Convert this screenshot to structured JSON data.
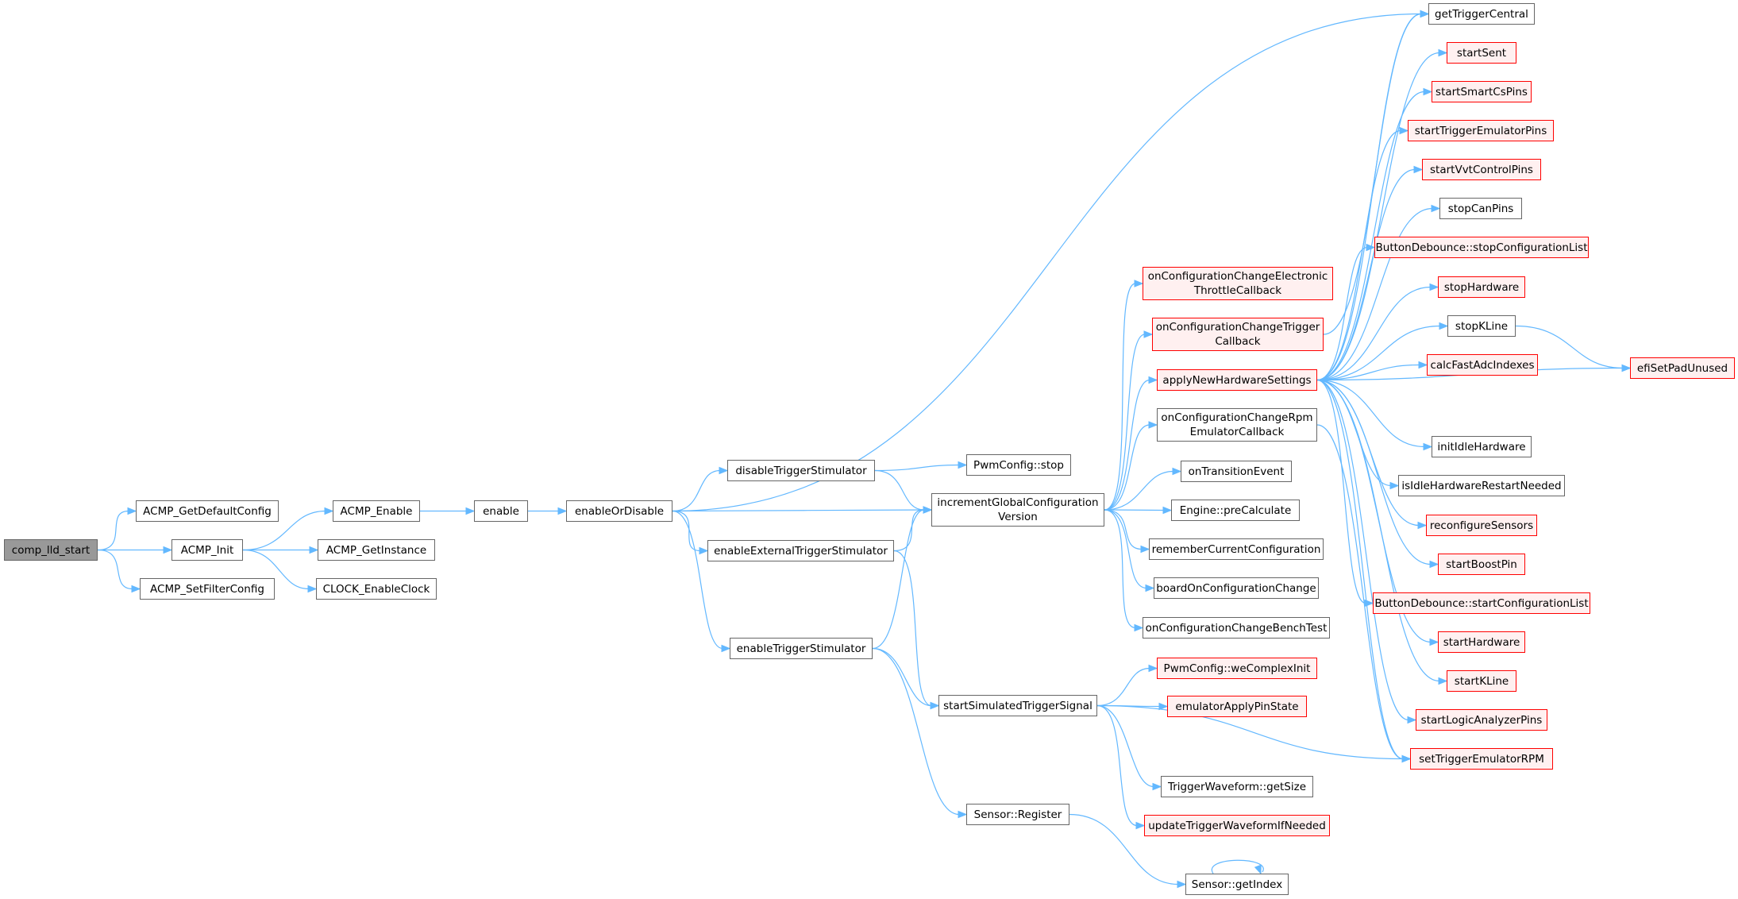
{
  "diagram": {
    "colors": {
      "edge": "#63b8ff",
      "node_border": "#666666",
      "node_border_red": "#ff0000",
      "node_fill_red": "#fff0f0",
      "root_fill": "#999999"
    },
    "nodes": [
      {
        "id": "comp_lld_start",
        "label": "comp_lld_start",
        "style": "root"
      },
      {
        "id": "ACMP_GetDefaultConfig",
        "label": "ACMP_GetDefaultConfig",
        "style": "normal"
      },
      {
        "id": "ACMP_Init",
        "label": "ACMP_Init",
        "style": "normal"
      },
      {
        "id": "ACMP_SetFilterConfig",
        "label": "ACMP_SetFilterConfig",
        "style": "normal"
      },
      {
        "id": "ACMP_Enable",
        "label": "ACMP_Enable",
        "style": "normal"
      },
      {
        "id": "ACMP_GetInstance",
        "label": "ACMP_GetInstance",
        "style": "normal"
      },
      {
        "id": "CLOCK_EnableClock",
        "label": "CLOCK_EnableClock",
        "style": "normal"
      },
      {
        "id": "enable",
        "label": "enable",
        "style": "normal"
      },
      {
        "id": "enableOrDisable",
        "label": "enableOrDisable",
        "style": "normal"
      },
      {
        "id": "disableTriggerStimulator",
        "label": "disableTriggerStimulator",
        "style": "normal"
      },
      {
        "id": "enableExternalTriggerStimulator",
        "label": "enableExternalTriggerStimulator",
        "style": "normal"
      },
      {
        "id": "enableTriggerStimulator",
        "label": "enableTriggerStimulator",
        "style": "normal"
      },
      {
        "id": "PwmConfig_stop",
        "label": "PwmConfig::stop",
        "style": "normal"
      },
      {
        "id": "incrementGlobalConfigurationVersion",
        "label": "incrementGlobalConfiguration\nVersion",
        "style": "normal"
      },
      {
        "id": "startSimulatedTriggerSignal",
        "label": "startSimulatedTriggerSignal",
        "style": "normal"
      },
      {
        "id": "Sensor_Register",
        "label": "Sensor::Register",
        "style": "normal"
      },
      {
        "id": "Sensor_getIndex",
        "label": "Sensor::getIndex",
        "style": "normal"
      },
      {
        "id": "onConfigurationChangeElectronicThrottleCallback",
        "label": "onConfigurationChangeElectronic\nThrottleCallback",
        "style": "red"
      },
      {
        "id": "onConfigurationChangeTriggerCallback",
        "label": "onConfigurationChangeTrigger\nCallback",
        "style": "red"
      },
      {
        "id": "applyNewHardwareSettings",
        "label": "applyNewHardwareSettings",
        "style": "red"
      },
      {
        "id": "onConfigurationChangeRpmEmulatorCallback",
        "label": "onConfigurationChangeRpm\nEmulatorCallback",
        "style": "normal"
      },
      {
        "id": "onTransitionEvent",
        "label": "onTransitionEvent",
        "style": "normal"
      },
      {
        "id": "Engine_preCalculate",
        "label": "Engine::preCalculate",
        "style": "normal"
      },
      {
        "id": "rememberCurrentConfiguration",
        "label": "rememberCurrentConfiguration",
        "style": "normal"
      },
      {
        "id": "boardOnConfigurationChange",
        "label": "boardOnConfigurationChange",
        "style": "normal"
      },
      {
        "id": "onConfigurationChangeBenchTest",
        "label": "onConfigurationChangeBenchTest",
        "style": "normal"
      },
      {
        "id": "PwmConfig_weComplexInit",
        "label": "PwmConfig::weComplexInit",
        "style": "red"
      },
      {
        "id": "emulatorApplyPinState",
        "label": "emulatorApplyPinState",
        "style": "red"
      },
      {
        "id": "TriggerWaveform_getSize",
        "label": "TriggerWaveform::getSize",
        "style": "normal"
      },
      {
        "id": "updateTriggerWaveformIfNeeded",
        "label": "updateTriggerWaveformIfNeeded",
        "style": "red"
      },
      {
        "id": "getTriggerCentral",
        "label": "getTriggerCentral",
        "style": "normal"
      },
      {
        "id": "startSent",
        "label": "startSent",
        "style": "red"
      },
      {
        "id": "startSmartCsPins",
        "label": "startSmartCsPins",
        "style": "red"
      },
      {
        "id": "startTriggerEmulatorPins",
        "label": "startTriggerEmulatorPins",
        "style": "red"
      },
      {
        "id": "startVvtControlPins",
        "label": "startVvtControlPins",
        "style": "red"
      },
      {
        "id": "stopCanPins",
        "label": "stopCanPins",
        "style": "normal"
      },
      {
        "id": "ButtonDebounce_stopConfigurationList",
        "label": "ButtonDebounce::stopConfigurationList",
        "style": "red"
      },
      {
        "id": "stopHardware",
        "label": "stopHardware",
        "style": "red"
      },
      {
        "id": "stopKLine",
        "label": "stopKLine",
        "style": "normal"
      },
      {
        "id": "calcFastAdcIndexes",
        "label": "calcFastAdcIndexes",
        "style": "red"
      },
      {
        "id": "efiSetPadUnused",
        "label": "efiSetPadUnused",
        "style": "red"
      },
      {
        "id": "initIdleHardware",
        "label": "initIdleHardware",
        "style": "normal"
      },
      {
        "id": "isIdleHardwareRestartNeeded",
        "label": "isIdleHardwareRestartNeeded",
        "style": "normal"
      },
      {
        "id": "reconfigureSensors",
        "label": "reconfigureSensors",
        "style": "red"
      },
      {
        "id": "startBoostPin",
        "label": "startBoostPin",
        "style": "red"
      },
      {
        "id": "ButtonDebounce_startConfigurationList",
        "label": "ButtonDebounce::startConfigurationList",
        "style": "red"
      },
      {
        "id": "startHardware",
        "label": "startHardware",
        "style": "red"
      },
      {
        "id": "startKLine",
        "label": "startKLine",
        "style": "red"
      },
      {
        "id": "startLogicAnalyzerPins",
        "label": "startLogicAnalyzerPins",
        "style": "red"
      },
      {
        "id": "setTriggerEmulatorRPM",
        "label": "setTriggerEmulatorRPM",
        "style": "red"
      }
    ],
    "edges": [
      [
        "comp_lld_start",
        "ACMP_GetDefaultConfig"
      ],
      [
        "comp_lld_start",
        "ACMP_Init"
      ],
      [
        "comp_lld_start",
        "ACMP_SetFilterConfig"
      ],
      [
        "ACMP_Init",
        "ACMP_Enable"
      ],
      [
        "ACMP_Init",
        "ACMP_GetInstance"
      ],
      [
        "ACMP_Init",
        "CLOCK_EnableClock"
      ],
      [
        "ACMP_Enable",
        "enable"
      ],
      [
        "enable",
        "enableOrDisable"
      ],
      [
        "enableOrDisable",
        "getTriggerCentral"
      ],
      [
        "enableOrDisable",
        "disableTriggerStimulator"
      ],
      [
        "enableOrDisable",
        "incrementGlobalConfigurationVersion"
      ],
      [
        "enableOrDisable",
        "enableExternalTriggerStimulator"
      ],
      [
        "enableOrDisable",
        "enableTriggerStimulator"
      ],
      [
        "disableTriggerStimulator",
        "PwmConfig_stop"
      ],
      [
        "disableTriggerStimulator",
        "incrementGlobalConfigurationVersion"
      ],
      [
        "enableExternalTriggerStimulator",
        "incrementGlobalConfigurationVersion"
      ],
      [
        "enableExternalTriggerStimulator",
        "startSimulatedTriggerSignal"
      ],
      [
        "enableTriggerStimulator",
        "incrementGlobalConfigurationVersion"
      ],
      [
        "enableTriggerStimulator",
        "startSimulatedTriggerSignal"
      ],
      [
        "enableTriggerStimulator",
        "Sensor_Register"
      ],
      [
        "Sensor_Register",
        "Sensor_getIndex"
      ],
      [
        "Sensor_getIndex",
        "Sensor_getIndex"
      ],
      [
        "incrementGlobalConfigurationVersion",
        "onConfigurationChangeElectronicThrottleCallback"
      ],
      [
        "incrementGlobalConfigurationVersion",
        "onConfigurationChangeTriggerCallback"
      ],
      [
        "incrementGlobalConfigurationVersion",
        "applyNewHardwareSettings"
      ],
      [
        "incrementGlobalConfigurationVersion",
        "onConfigurationChangeRpmEmulatorCallback"
      ],
      [
        "incrementGlobalConfigurationVersion",
        "onTransitionEvent"
      ],
      [
        "incrementGlobalConfigurationVersion",
        "Engine_preCalculate"
      ],
      [
        "incrementGlobalConfigurationVersion",
        "rememberCurrentConfiguration"
      ],
      [
        "incrementGlobalConfigurationVersion",
        "boardOnConfigurationChange"
      ],
      [
        "incrementGlobalConfigurationVersion",
        "onConfigurationChangeBenchTest"
      ],
      [
        "onConfigurationChangeTriggerCallback",
        "getTriggerCentral"
      ],
      [
        "onConfigurationChangeRpmEmulatorCallback",
        "setTriggerEmulatorRPM"
      ],
      [
        "startSimulatedTriggerSignal",
        "PwmConfig_weComplexInit"
      ],
      [
        "startSimulatedTriggerSignal",
        "emulatorApplyPinState"
      ],
      [
        "startSimulatedTriggerSignal",
        "setTriggerEmulatorRPM"
      ],
      [
        "startSimulatedTriggerSignal",
        "TriggerWaveform_getSize"
      ],
      [
        "startSimulatedTriggerSignal",
        "updateTriggerWaveformIfNeeded"
      ],
      [
        "applyNewHardwareSettings",
        "getTriggerCentral"
      ],
      [
        "applyNewHardwareSettings",
        "startSent"
      ],
      [
        "applyNewHardwareSettings",
        "startSmartCsPins"
      ],
      [
        "applyNewHardwareSettings",
        "startTriggerEmulatorPins"
      ],
      [
        "applyNewHardwareSettings",
        "startVvtControlPins"
      ],
      [
        "applyNewHardwareSettings",
        "stopCanPins"
      ],
      [
        "applyNewHardwareSettings",
        "ButtonDebounce_stopConfigurationList"
      ],
      [
        "applyNewHardwareSettings",
        "stopHardware"
      ],
      [
        "applyNewHardwareSettings",
        "stopKLine"
      ],
      [
        "applyNewHardwareSettings",
        "calcFastAdcIndexes"
      ],
      [
        "applyNewHardwareSettings",
        "efiSetPadUnused"
      ],
      [
        "applyNewHardwareSettings",
        "initIdleHardware"
      ],
      [
        "applyNewHardwareSettings",
        "isIdleHardwareRestartNeeded"
      ],
      [
        "applyNewHardwareSettings",
        "reconfigureSensors"
      ],
      [
        "applyNewHardwareSettings",
        "startBoostPin"
      ],
      [
        "applyNewHardwareSettings",
        "ButtonDebounce_startConfigurationList"
      ],
      [
        "applyNewHardwareSettings",
        "startHardware"
      ],
      [
        "applyNewHardwareSettings",
        "startKLine"
      ],
      [
        "applyNewHardwareSettings",
        "startLogicAnalyzerPins"
      ],
      [
        "applyNewHardwareSettings",
        "setTriggerEmulatorRPM"
      ],
      [
        "stopKLine",
        "efiSetPadUnused"
      ]
    ]
  }
}
